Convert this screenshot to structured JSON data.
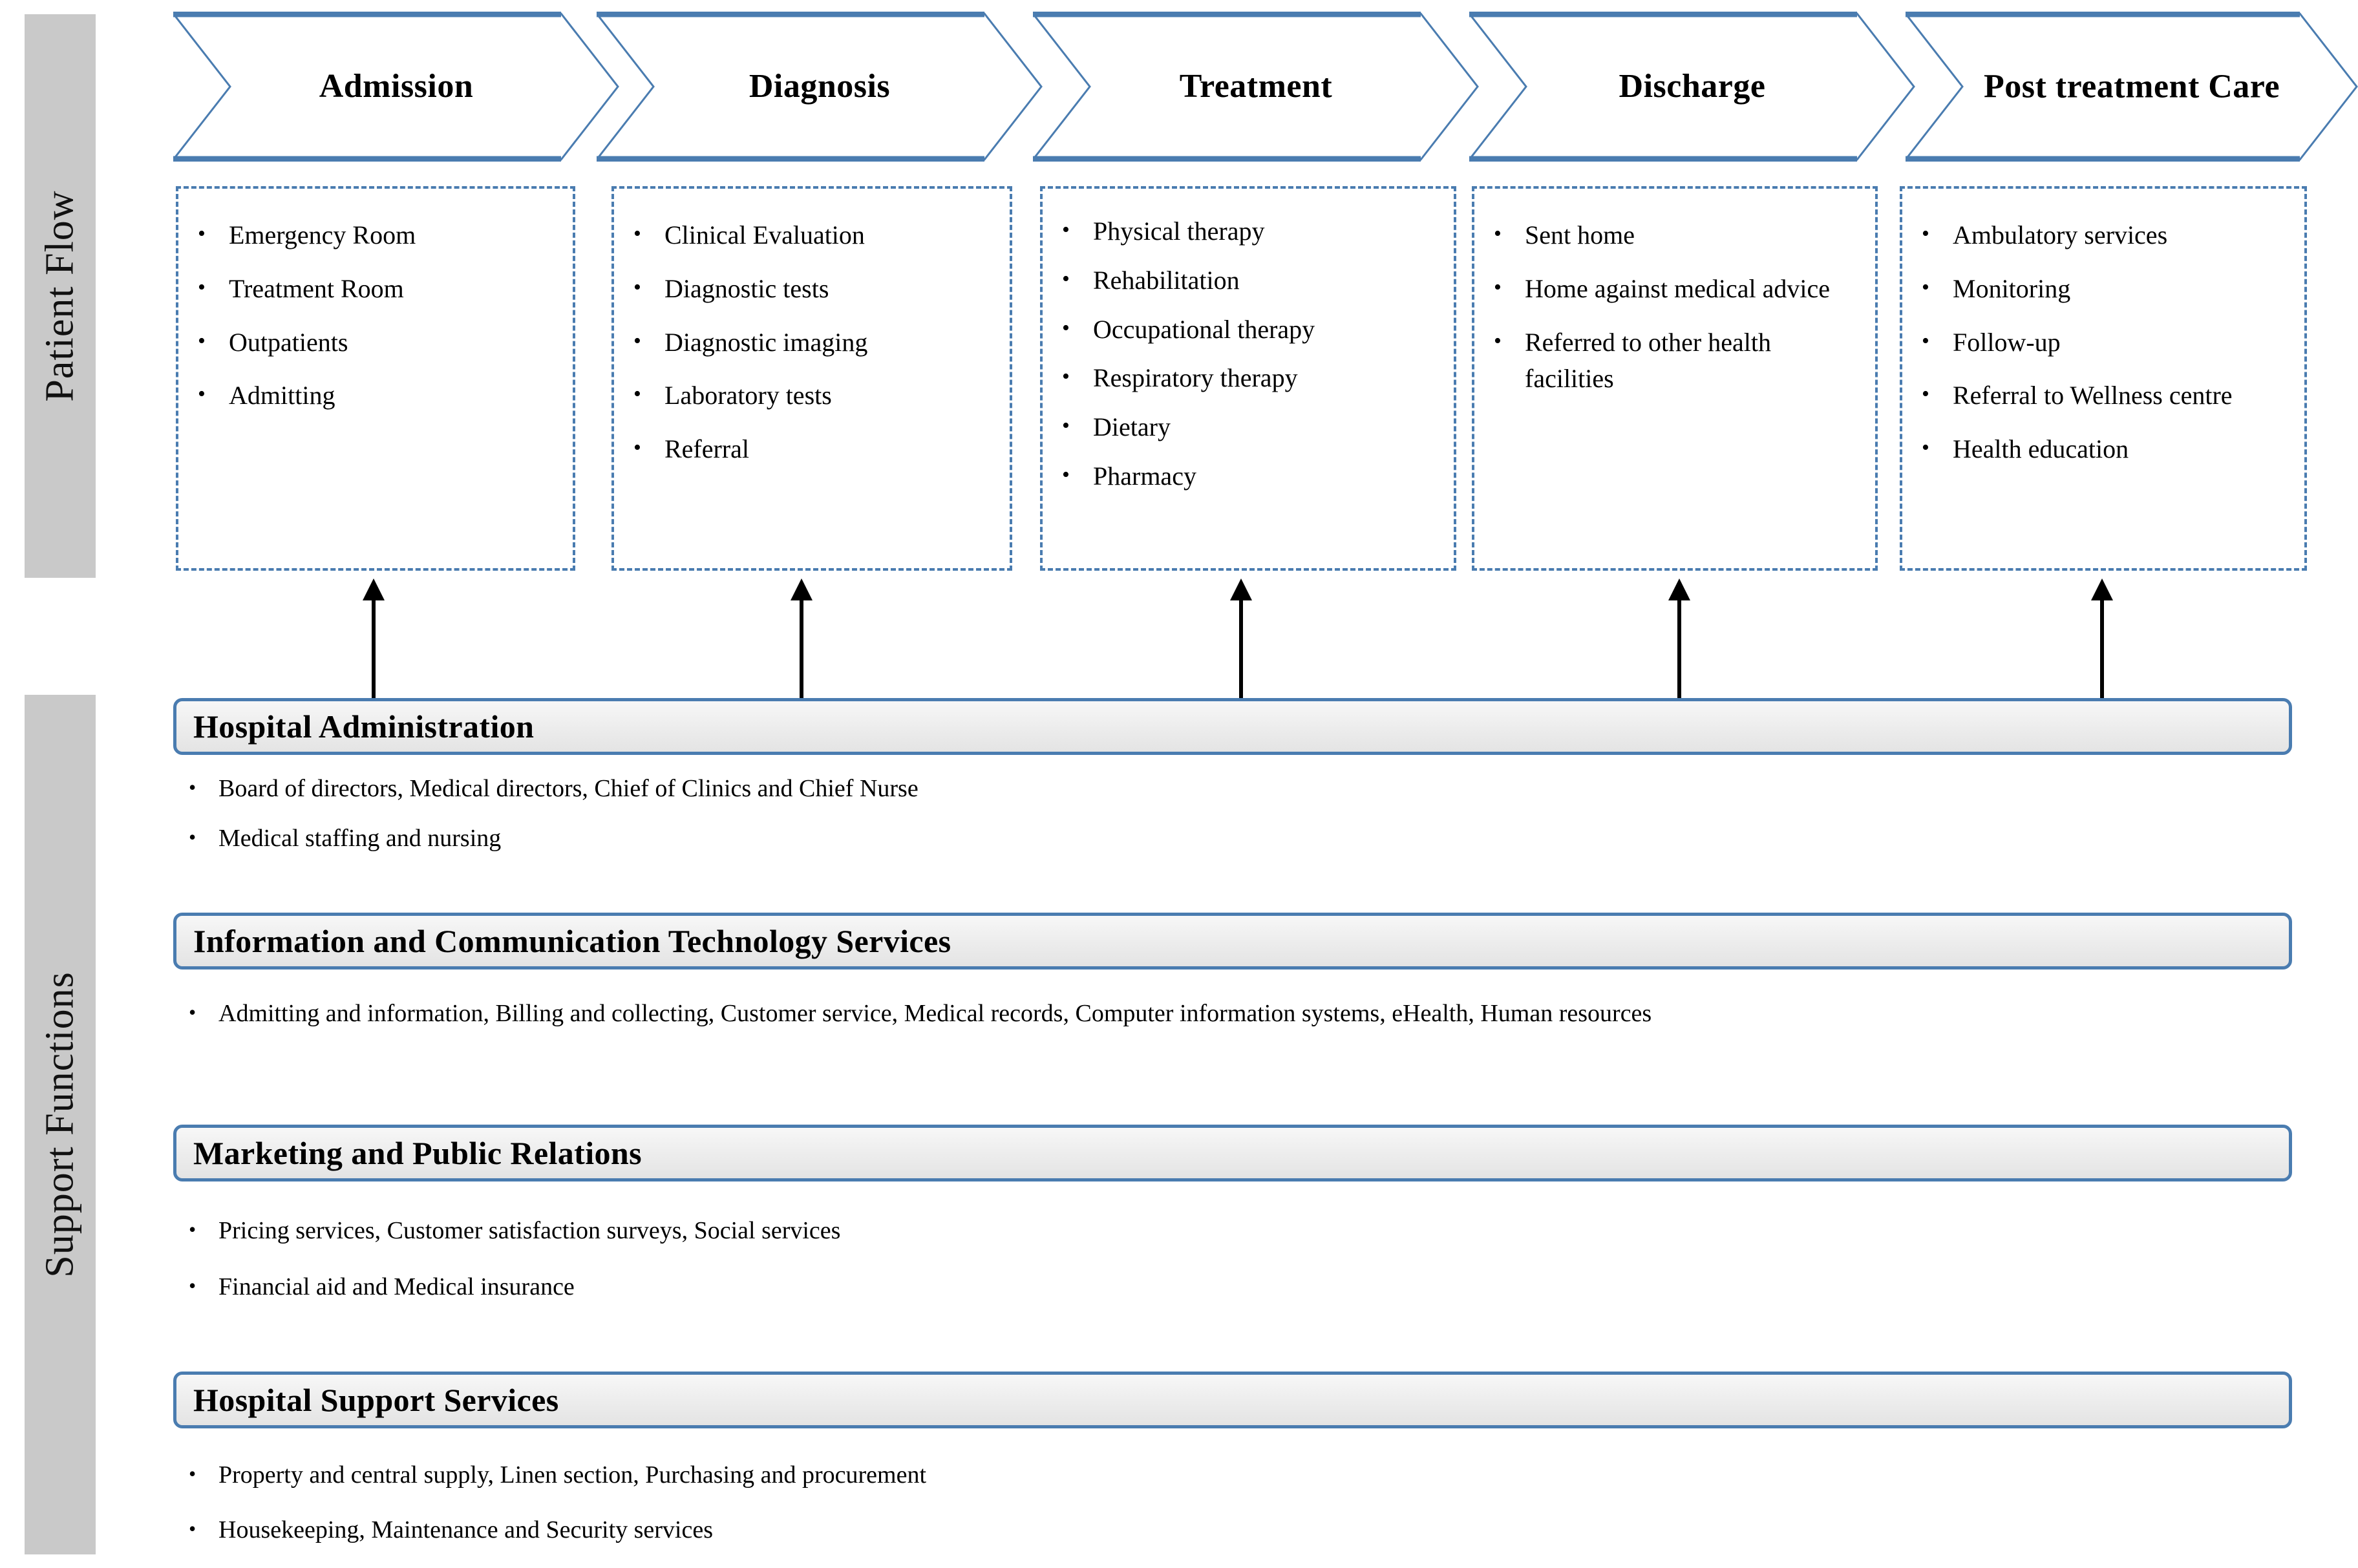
{
  "bands": {
    "patient_flow": "Patient Flow",
    "support_functions": "Support Functions"
  },
  "colors": {
    "accent_blue": "#4a7cb0",
    "band_gray": "#c9c9c9",
    "bar_fill": "#efefef"
  },
  "bullet_glyph": "•",
  "patient_flow": {
    "stages": [
      {
        "title": "Admission",
        "items": [
          "Emergency Room",
          "Treatment Room",
          "Outpatients",
          "Admitting"
        ]
      },
      {
        "title": "Diagnosis",
        "items": [
          "Clinical  Evaluation",
          "Diagnostic tests",
          "Diagnostic imaging",
          "Laboratory tests",
          "Referral"
        ]
      },
      {
        "title": "Treatment",
        "items": [
          "Physical therapy",
          "Rehabilitation",
          "Occupational therapy",
          "Respiratory therapy",
          "Dietary",
          "Pharmacy"
        ]
      },
      {
        "title": "Discharge",
        "items": [
          "Sent home",
          "Home  against medical advice",
          "Referred  to other health facilities"
        ]
      },
      {
        "title": "Post treatment Care",
        "items": [
          "Ambulatory services",
          "Monitoring",
          "Follow-up",
          "Referral  to Wellness centre",
          "Health education"
        ]
      }
    ]
  },
  "support_functions": {
    "groups": [
      {
        "title": "Hospital Administration",
        "items": [
          "Board of directors, Medical directors, Chief  of Clinics  and Chief Nurse",
          "Medical staffing and nursing"
        ]
      },
      {
        "title": "Information  and Communication  Technology Services",
        "items": [
          "Admitting and information,  Billing  and collecting, Customer  service, Medical records, Computer information  systems, eHealth, Human resources"
        ]
      },
      {
        "title": "Marketing and Public  Relations",
        "items": [
          "Pricing  services, Customer satisfaction surveys, Social services",
          "Financial  aid and Medical insurance"
        ]
      },
      {
        "title": "Hospital Support  Services",
        "items": [
          "Property and central supply, Linen section, Purchasing and procurement",
          "Housekeeping, Maintenance and Security services"
        ]
      }
    ]
  }
}
